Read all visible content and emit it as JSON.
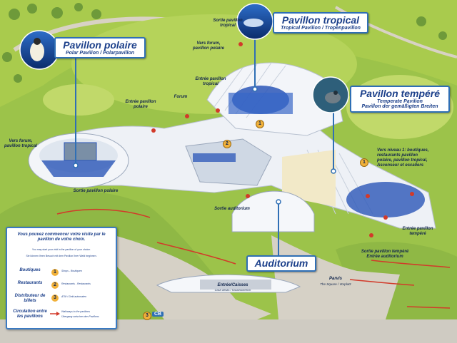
{
  "pavilions": {
    "polaire": {
      "title": "Pavillon polaire",
      "subtitle": "Polar Pavilion / Polarpavillon"
    },
    "tropical": {
      "title": "Pavillon tropical",
      "subtitle": "Tropical Pavilion / Tropenpavillon"
    },
    "tempere": {
      "title": "Pavillon tempéré",
      "subtitle_1": "Temperate Pavilion",
      "subtitle_2": "Pavillon der gemäßigten Breiten"
    },
    "auditorium": {
      "title": "Auditorium"
    }
  },
  "map_labels": {
    "sortie_tropical": "Sortie pavillon tropical",
    "vers_forum_polaire": "Vers forum, pavillon polaire",
    "entree_tropical": "Entrée pavillon tropical",
    "forum": "Forum",
    "entree_polaire": "Entrée pavillon polaire",
    "vers_forum_tropical": "Vers forum, pavillon tropical",
    "sortie_polaire": "Sortie pavillon polaire",
    "vers_niveau": "Vers niveau 1: boutiques, restaurants pavillon polaire, pavillon tropical, Ascenseur et escaliers",
    "sortie_auditorium": "Sortie auditorium",
    "entree_tempere": "Entrée pavillon tempéré",
    "sortie_tempere": "Sortie pavillon tempéré Entrée auditorium",
    "parvis": "Parvis",
    "parvis_sub": "The Square / Vorplatz",
    "entree_caisses": "Entrée/Caisses",
    "entree_caisses_sub": "Cash desks / Kassenbereich"
  },
  "legend": {
    "intro": "Vous pouvez commencer votre visite par le pavillon de votre choix.",
    "intro_en": "You may start your visit in the pavilion of your choice.",
    "intro_de": "Sie können Ihren Besuch mit dem Pavillon Ihrer Wahl beginnen.",
    "rows": [
      {
        "label": "Boutiques",
        "num": "1",
        "desc": "Shops - Boutiquen"
      },
      {
        "label": "Restaurants",
        "num": "2",
        "desc": "Restaurants - Restaurants"
      },
      {
        "label": "Distributeur de billets",
        "num": "3",
        "desc": "ATM / Geld automaten"
      },
      {
        "label": "Circulation entre les pavillons",
        "num": "",
        "desc": "Walkways to the pavilions",
        "desc2": "Übergang zwischen den Pavillons"
      }
    ]
  },
  "badges": {
    "one": "1",
    "two": "2",
    "three": "3"
  },
  "station": "CB",
  "colors": {
    "grass": "#9cc34a",
    "building": "#eef1f6",
    "glass_blue": "#2a56b8",
    "path": "#c9c3b8",
    "marker_red": "#d23a2a",
    "pin_blue": "#2f6fb5",
    "badge_orange": "#f1b13a"
  }
}
